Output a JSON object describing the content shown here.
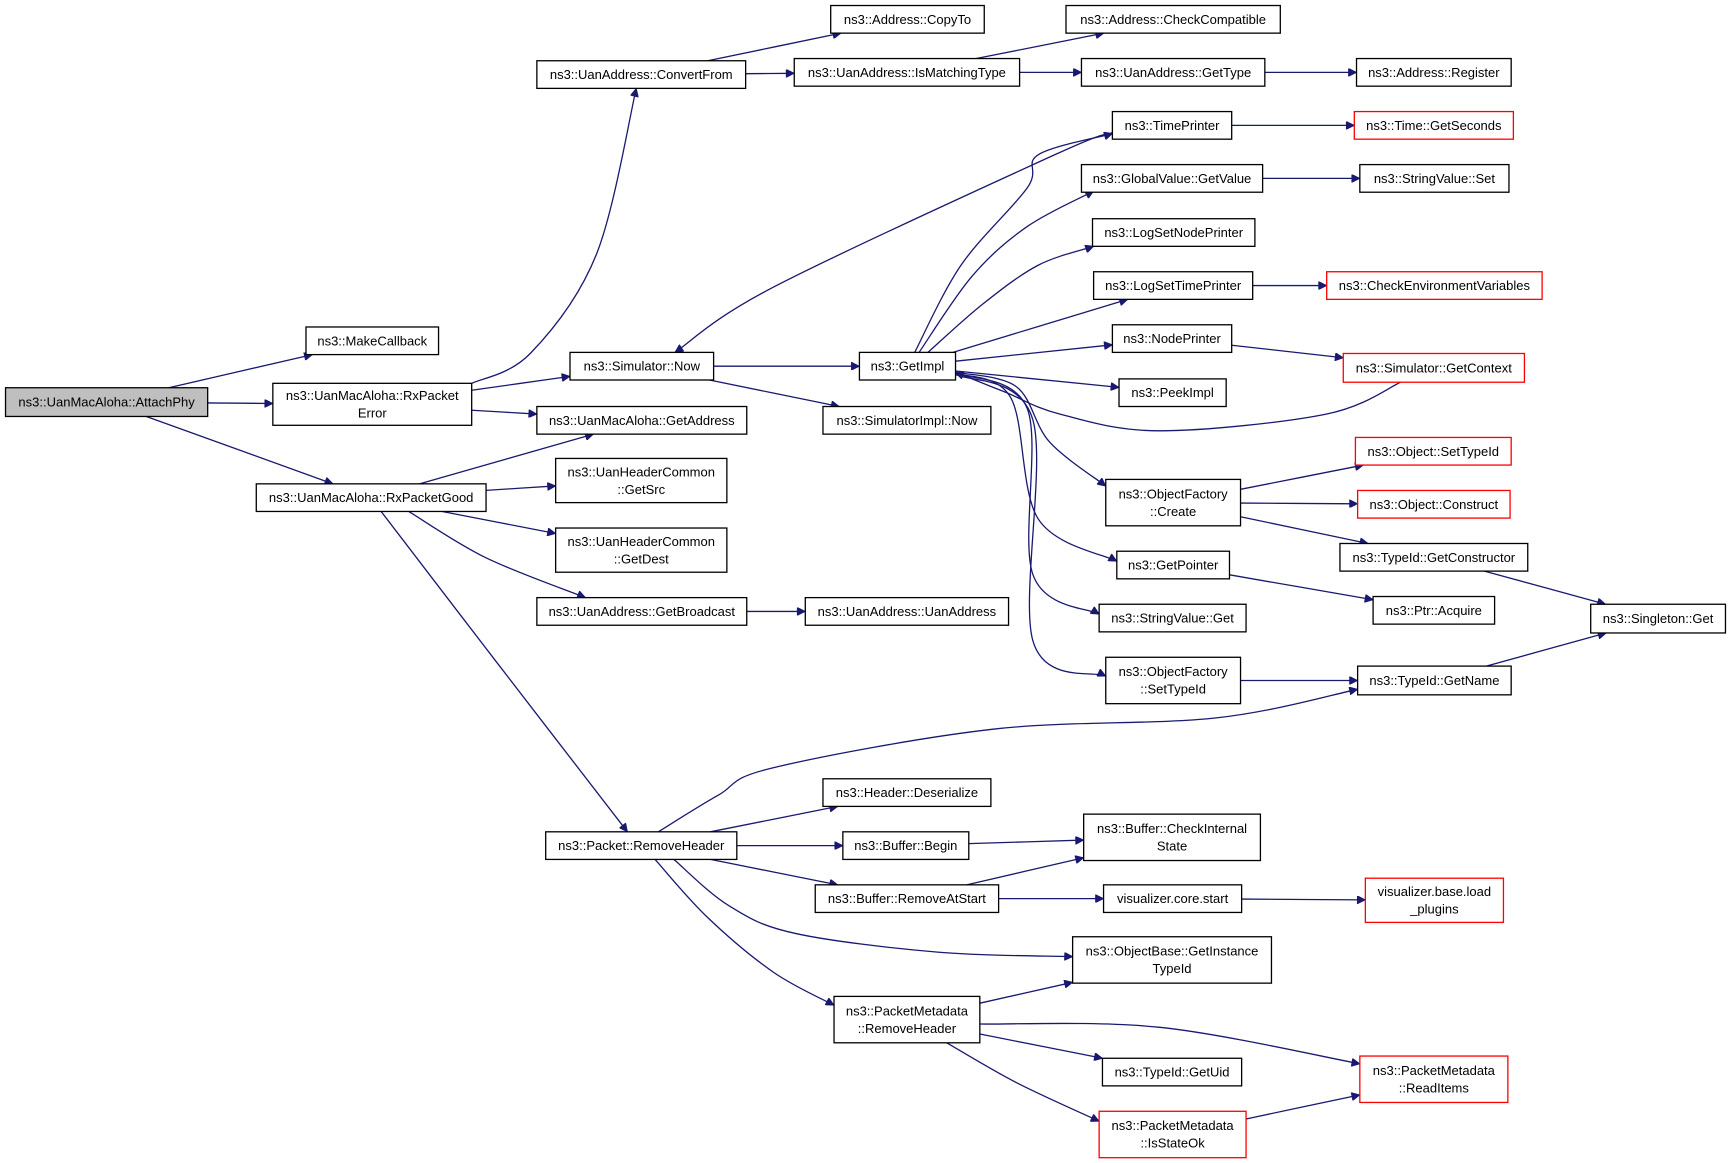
{
  "nodes": [
    {
      "id": "attachphy",
      "name": "node-uanmacaloha-attachphy",
      "lines": [
        "ns3::UanMacAloha::AttachPhy"
      ],
      "style": "root"
    },
    {
      "id": "makecallback",
      "name": "node-makecallback",
      "lines": [
        "ns3::MakeCallback"
      ],
      "style": "normal"
    },
    {
      "id": "rxpacketerror",
      "name": "node-uanmacaloha-rxpacketerror",
      "lines": [
        "ns3::UanMacAloha::RxPacket",
        "Error"
      ],
      "style": "normal"
    },
    {
      "id": "rxpacketgood",
      "name": "node-uanmacaloha-rxpacketgood",
      "lines": [
        "ns3::UanMacAloha::RxPacketGood"
      ],
      "style": "normal"
    },
    {
      "id": "convertfrom",
      "name": "node-uanaddress-convertfrom",
      "lines": [
        "ns3::UanAddress::ConvertFrom"
      ],
      "style": "normal"
    },
    {
      "id": "simnow",
      "name": "node-simulator-now",
      "lines": [
        "ns3::Simulator::Now"
      ],
      "style": "normal"
    },
    {
      "id": "getaddress",
      "name": "node-uanmacaloha-getaddress",
      "lines": [
        "ns3::UanMacAloha::GetAddress"
      ],
      "style": "normal"
    },
    {
      "id": "getsrc",
      "name": "node-uanheadercommon-getsrc",
      "lines": [
        "ns3::UanHeaderCommon",
        "::GetSrc"
      ],
      "style": "normal"
    },
    {
      "id": "getdest",
      "name": "node-uanheadercommon-getdest",
      "lines": [
        "ns3::UanHeaderCommon",
        "::GetDest"
      ],
      "style": "normal"
    },
    {
      "id": "getbroadcast",
      "name": "node-uanaddress-getbroadcast",
      "lines": [
        "ns3::UanAddress::GetBroadcast"
      ],
      "style": "normal"
    },
    {
      "id": "removeheader",
      "name": "node-packet-removeheader",
      "lines": [
        "ns3::Packet::RemoveHeader"
      ],
      "style": "normal"
    },
    {
      "id": "copyto",
      "name": "node-address-copyto",
      "lines": [
        "ns3::Address::CopyTo"
      ],
      "style": "normal"
    },
    {
      "id": "ismatchingtype",
      "name": "node-uanaddress-ismatchingtype",
      "lines": [
        "ns3::UanAddress::IsMatchingType"
      ],
      "style": "normal"
    },
    {
      "id": "getimpl",
      "name": "node-getimpl",
      "lines": [
        "ns3::GetImpl"
      ],
      "style": "normal"
    },
    {
      "id": "simimplnow",
      "name": "node-simulatorimpl-now",
      "lines": [
        "ns3::SimulatorImpl::Now"
      ],
      "style": "normal"
    },
    {
      "id": "uanaddressctor",
      "name": "node-uanaddress-uanaddress",
      "lines": [
        "ns3::UanAddress::UanAddress"
      ],
      "style": "normal"
    },
    {
      "id": "deserialize",
      "name": "node-header-deserialize",
      "lines": [
        "ns3::Header::Deserialize"
      ],
      "style": "normal"
    },
    {
      "id": "bufbegin",
      "name": "node-buffer-begin",
      "lines": [
        "ns3::Buffer::Begin"
      ],
      "style": "normal"
    },
    {
      "id": "bufremoveatstart",
      "name": "node-buffer-removeatstart",
      "lines": [
        "ns3::Buffer::RemoveAtStart"
      ],
      "style": "normal"
    },
    {
      "id": "pmremoveheader",
      "name": "node-packetmetadata-removeheader",
      "lines": [
        "ns3::PacketMetadata",
        "::RemoveHeader"
      ],
      "style": "normal"
    },
    {
      "id": "checkcompatible",
      "name": "node-address-checkcompatible",
      "lines": [
        "ns3::Address::CheckCompatible"
      ],
      "style": "normal"
    },
    {
      "id": "uangettype",
      "name": "node-uanaddress-gettype",
      "lines": [
        "ns3::UanAddress::GetType"
      ],
      "style": "normal"
    },
    {
      "id": "timeprinter",
      "name": "node-timeprinter",
      "lines": [
        "ns3::TimePrinter"
      ],
      "style": "normal"
    },
    {
      "id": "gvgetvalue",
      "name": "node-globalvalue-getvalue",
      "lines": [
        "ns3::GlobalValue::GetValue"
      ],
      "style": "normal"
    },
    {
      "id": "logsetnodeprinter",
      "name": "node-logsetnodeprinter",
      "lines": [
        "ns3::LogSetNodePrinter"
      ],
      "style": "normal"
    },
    {
      "id": "logsettimeprinter",
      "name": "node-logsettimeprinter",
      "lines": [
        "ns3::LogSetTimePrinter"
      ],
      "style": "normal"
    },
    {
      "id": "nodeprinter",
      "name": "node-nodeprinter",
      "lines": [
        "ns3::NodePrinter"
      ],
      "style": "normal"
    },
    {
      "id": "peekimpl",
      "name": "node-peekimpl",
      "lines": [
        "ns3::PeekImpl"
      ],
      "style": "normal"
    },
    {
      "id": "ofcreate",
      "name": "node-objectfactory-create",
      "lines": [
        "ns3::ObjectFactory",
        "::Create"
      ],
      "style": "normal"
    },
    {
      "id": "getpointer",
      "name": "node-getpointer",
      "lines": [
        "ns3::GetPointer"
      ],
      "style": "normal"
    },
    {
      "id": "svget",
      "name": "node-stringvalue-get",
      "lines": [
        "ns3::StringValue::Get"
      ],
      "style": "normal"
    },
    {
      "id": "ofsettypeid",
      "name": "node-objectfactory-settypeid",
      "lines": [
        "ns3::ObjectFactory",
        "::SetTypeId"
      ],
      "style": "normal"
    },
    {
      "id": "checkinternalstate",
      "name": "node-buffer-checkinternalstate",
      "lines": [
        "ns3::Buffer::CheckInternal",
        "State"
      ],
      "style": "normal"
    },
    {
      "id": "vizcorestart",
      "name": "node-visualizer-core-start",
      "lines": [
        "visualizer.core.start"
      ],
      "style": "normal"
    },
    {
      "id": "obgetinstancetypeid",
      "name": "node-objectbase-getinstancetypeid",
      "lines": [
        "ns3::ObjectBase::GetInstance",
        "TypeId"
      ],
      "style": "normal"
    },
    {
      "id": "typeidgetuid",
      "name": "node-typeid-getuid",
      "lines": [
        "ns3::TypeId::GetUid"
      ],
      "style": "normal"
    },
    {
      "id": "pmisstateok",
      "name": "node-packetmetadata-isstateok",
      "lines": [
        "ns3::PacketMetadata",
        "::IsStateOk"
      ],
      "style": "red"
    },
    {
      "id": "addrregister",
      "name": "node-address-register",
      "lines": [
        "ns3::Address::Register"
      ],
      "style": "normal"
    },
    {
      "id": "timegetseconds",
      "name": "node-time-getseconds",
      "lines": [
        "ns3::Time::GetSeconds"
      ],
      "style": "red"
    },
    {
      "id": "svset",
      "name": "node-stringvalue-set",
      "lines": [
        "ns3::StringValue::Set"
      ],
      "style": "normal"
    },
    {
      "id": "checkenv",
      "name": "node-checkenvironmentvariables",
      "lines": [
        "ns3::CheckEnvironmentVariables"
      ],
      "style": "red"
    },
    {
      "id": "simgetcontext",
      "name": "node-simulator-getcontext",
      "lines": [
        "ns3::Simulator::GetContext"
      ],
      "style": "red"
    },
    {
      "id": "objsettypeid",
      "name": "node-object-settypeid",
      "lines": [
        "ns3::Object::SetTypeId"
      ],
      "style": "red"
    },
    {
      "id": "objconstruct",
      "name": "node-object-construct",
      "lines": [
        "ns3::Object::Construct"
      ],
      "style": "red"
    },
    {
      "id": "typeidgetctor",
      "name": "node-typeid-getconstructor",
      "lines": [
        "ns3::TypeId::GetConstructor"
      ],
      "style": "normal"
    },
    {
      "id": "ptracquire",
      "name": "node-ptr-acquire",
      "lines": [
        "ns3::Ptr::Acquire"
      ],
      "style": "normal"
    },
    {
      "id": "typeidgetname",
      "name": "node-typeid-getname",
      "lines": [
        "ns3::TypeId::GetName"
      ],
      "style": "normal"
    },
    {
      "id": "vizbaseload",
      "name": "node-visualizer-base-load-plugins",
      "lines": [
        "visualizer.base.load",
        "_plugins"
      ],
      "style": "red"
    },
    {
      "id": "pmreaditems",
      "name": "node-packetmetadata-readitems",
      "lines": [
        "ns3::PacketMetadata",
        "::ReadItems"
      ],
      "style": "red"
    },
    {
      "id": "singletonget",
      "name": "node-singleton-get",
      "lines": [
        "ns3::Singleton::Get"
      ],
      "style": "normal"
    }
  ],
  "edges": [
    {
      "from": "attachphy",
      "to": "makecallback"
    },
    {
      "from": "attachphy",
      "to": "rxpacketerror"
    },
    {
      "from": "attachphy",
      "to": "rxpacketgood"
    },
    {
      "from": "rxpacketerror",
      "to": "convertfrom"
    },
    {
      "from": "rxpacketerror",
      "to": "simnow"
    },
    {
      "from": "rxpacketerror",
      "to": "getaddress"
    },
    {
      "from": "rxpacketgood",
      "to": "getaddress"
    },
    {
      "from": "rxpacketgood",
      "to": "getsrc"
    },
    {
      "from": "rxpacketgood",
      "to": "getdest"
    },
    {
      "from": "rxpacketgood",
      "to": "getbroadcast"
    },
    {
      "from": "rxpacketgood",
      "to": "removeheader"
    },
    {
      "from": "convertfrom",
      "to": "copyto"
    },
    {
      "from": "convertfrom",
      "to": "ismatchingtype"
    },
    {
      "from": "ismatchingtype",
      "to": "checkcompatible"
    },
    {
      "from": "ismatchingtype",
      "to": "uangettype"
    },
    {
      "from": "uangettype",
      "to": "addrregister"
    },
    {
      "from": "simnow",
      "to": "getimpl"
    },
    {
      "from": "simnow",
      "to": "simimplnow"
    },
    {
      "from": "getbroadcast",
      "to": "uanaddressctor"
    },
    {
      "from": "getimpl",
      "to": "timeprinter"
    },
    {
      "from": "getimpl",
      "to": "gvgetvalue"
    },
    {
      "from": "getimpl",
      "to": "logsetnodeprinter"
    },
    {
      "from": "getimpl",
      "to": "logsettimeprinter"
    },
    {
      "from": "getimpl",
      "to": "nodeprinter"
    },
    {
      "from": "getimpl",
      "to": "peekimpl"
    },
    {
      "from": "getimpl",
      "to": "ofcreate"
    },
    {
      "from": "getimpl",
      "to": "getpointer"
    },
    {
      "from": "getimpl",
      "to": "svget"
    },
    {
      "from": "getimpl",
      "to": "ofsettypeid"
    },
    {
      "from": "timeprinter",
      "to": "simnow"
    },
    {
      "from": "timeprinter",
      "to": "timegetseconds"
    },
    {
      "from": "gvgetvalue",
      "to": "svset"
    },
    {
      "from": "logsettimeprinter",
      "to": "checkenv"
    },
    {
      "from": "nodeprinter",
      "to": "simgetcontext"
    },
    {
      "from": "simgetcontext",
      "to": "getimpl"
    },
    {
      "from": "ofcreate",
      "to": "objsettypeid"
    },
    {
      "from": "ofcreate",
      "to": "objconstruct"
    },
    {
      "from": "ofcreate",
      "to": "typeidgetctor"
    },
    {
      "from": "typeidgetctor",
      "to": "singletonget"
    },
    {
      "from": "getpointer",
      "to": "ptracquire"
    },
    {
      "from": "ofsettypeid",
      "to": "typeidgetname"
    },
    {
      "from": "typeidgetname",
      "to": "singletonget"
    },
    {
      "from": "removeheader",
      "to": "typeidgetname"
    },
    {
      "from": "removeheader",
      "to": "deserialize"
    },
    {
      "from": "removeheader",
      "to": "bufbegin"
    },
    {
      "from": "removeheader",
      "to": "bufremoveatstart"
    },
    {
      "from": "removeheader",
      "to": "obgetinstancetypeid"
    },
    {
      "from": "removeheader",
      "to": "pmremoveheader"
    },
    {
      "from": "bufbegin",
      "to": "checkinternalstate"
    },
    {
      "from": "bufremoveatstart",
      "to": "checkinternalstate"
    },
    {
      "from": "bufremoveatstart",
      "to": "vizcorestart"
    },
    {
      "from": "vizcorestart",
      "to": "vizbaseload"
    },
    {
      "from": "pmremoveheader",
      "to": "obgetinstancetypeid"
    },
    {
      "from": "pmremoveheader",
      "to": "pmreaditems"
    },
    {
      "from": "pmremoveheader",
      "to": "typeidgetuid"
    },
    {
      "from": "pmremoveheader",
      "to": "pmisstateok"
    },
    {
      "from": "pmisstateok",
      "to": "pmreaditems"
    }
  ],
  "colors": {
    "edge": "#191970",
    "node_border": "#000000",
    "node_border_truncated": "#ff0000",
    "root_fill": "#bfbfbf",
    "node_fill": "#ffffff"
  }
}
